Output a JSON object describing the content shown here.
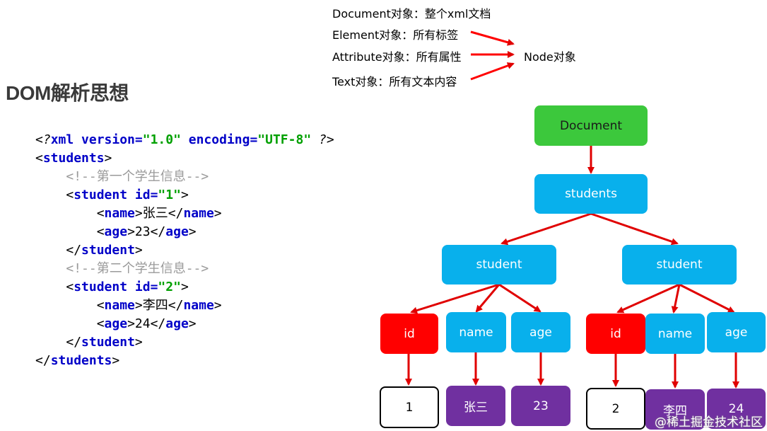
{
  "title": "DOM解析思想",
  "legend": {
    "items": [
      "Document对象：整个xml文档",
      "Element对象：所有标签",
      "Attribute对象：所有属性",
      "Text对象：所有文本内容"
    ],
    "target": "Node对象",
    "arrow_color": "#ff0000"
  },
  "code": {
    "decl": {
      "open": "<?",
      "kw1": "xml version=",
      "v1": "\"1.0\"",
      "kw2": " encoding=",
      "v2": "\"UTF-8\"",
      "close": " ?>"
    },
    "students_open": {
      "lt": "<",
      "name": "students",
      "gt": ">"
    },
    "comment1": "<!--第一个学生信息-->",
    "student1_open": {
      "lt": "<",
      "name": "student id=",
      "val": "\"1\"",
      "gt": ">"
    },
    "name1": {
      "open_lt": "<",
      "open_name": "name",
      "open_gt": ">",
      "text": "张三",
      "close_lt": "</",
      "close_name": "name",
      "close_gt": ">"
    },
    "age1": {
      "open_lt": "<",
      "open_name": "age",
      "open_gt": ">",
      "text": "23",
      "close_lt": "</",
      "close_name": "age",
      "close_gt": ">"
    },
    "student1_close": {
      "lt": "</",
      "name": "student",
      "gt": ">"
    },
    "comment2": "<!--第二个学生信息-->",
    "student2_open": {
      "lt": "<",
      "name": "student id=",
      "val": "\"2\"",
      "gt": ">"
    },
    "name2": {
      "open_lt": "<",
      "open_name": "name",
      "open_gt": ">",
      "text": "李四",
      "close_lt": "</",
      "close_name": "name",
      "close_gt": ">"
    },
    "age2": {
      "open_lt": "<",
      "open_name": "age",
      "open_gt": ">",
      "text": "24",
      "close_lt": "</",
      "close_name": "age",
      "close_gt": ">"
    },
    "student2_close": {
      "lt": "</",
      "name": "student",
      "gt": ">"
    },
    "students_close": {
      "lt": "</",
      "name": "students",
      "gt": ">"
    }
  },
  "tree": {
    "document": "Document",
    "students": "students",
    "student_left": "student",
    "student_right": "student",
    "id_left": "id",
    "name_left": "name",
    "age_left": "age",
    "id_right": "id",
    "name_right": "name",
    "age_right": "age",
    "val_id_left": "1",
    "val_name_left": "张三",
    "val_age_left": "23",
    "val_id_right": "2",
    "val_name_right": "李四",
    "val_age_right": "24",
    "colors": {
      "document": "#3cc83c",
      "element": "#08b0ec",
      "attribute": "#ff0000",
      "text": "#7030a0",
      "edge": "#e00000"
    }
  },
  "watermark": "@稀土掘金技术社区"
}
